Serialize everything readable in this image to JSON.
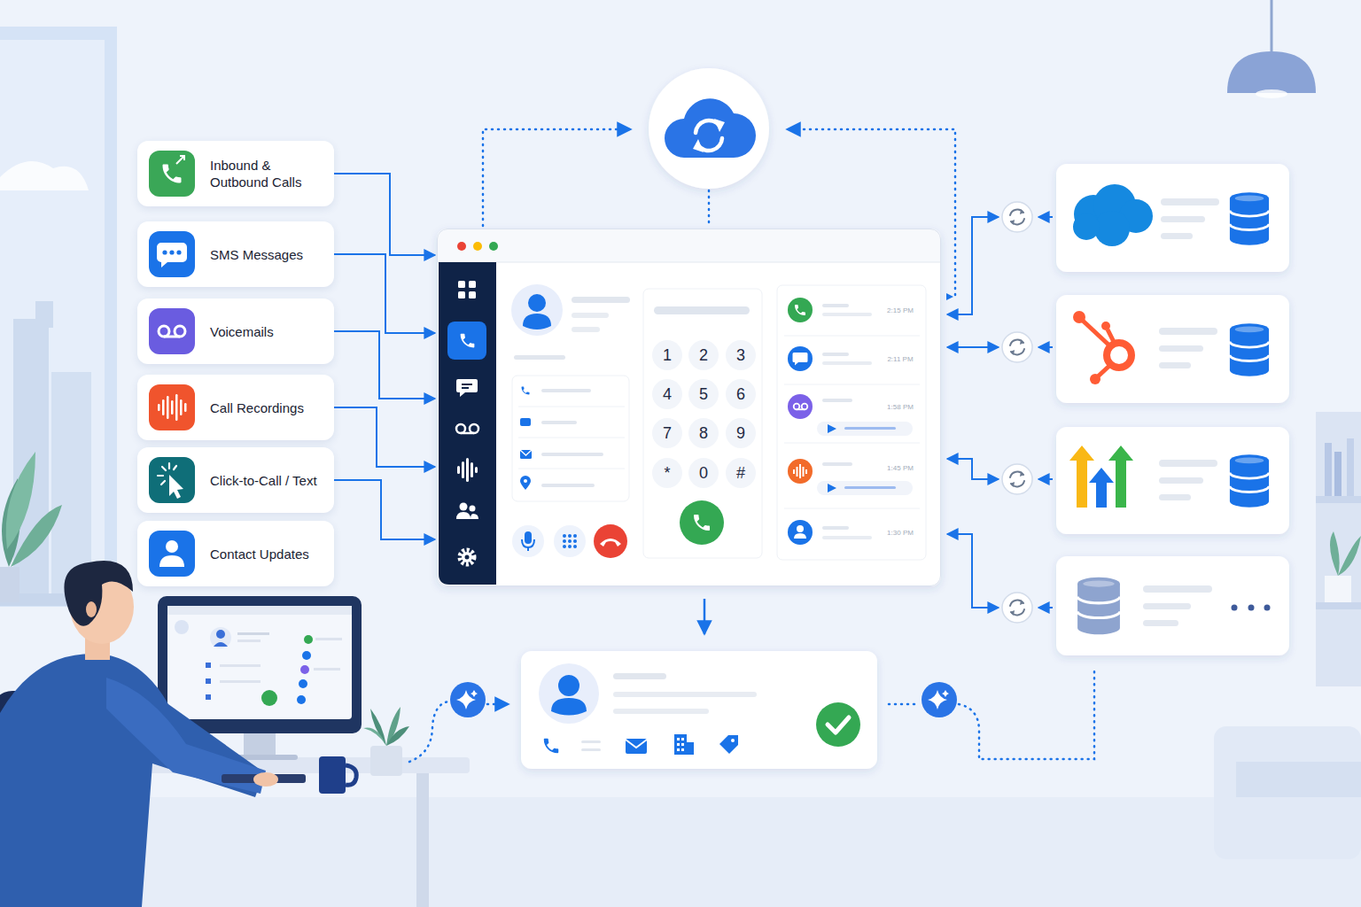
{
  "diagram": {
    "nodes": [
      {
        "text": [
          "Inbound & Outbound Calls"
        ]
      },
      {
        "text": [
          "SMS Messages"
        ]
      },
      {
        "text": [
          "Voicemails"
        ]
      },
      {
        "text": [
          "Call Recordings"
        ]
      },
      {
        "text": [
          "Click-to-Call / Text"
        ]
      },
      {
        "text": [
          "Contact Updates"
        ]
      },
      {
        "text": [
          "2:15 PM",
          "2:11 PM",
          "1:58 PM",
          "1:45 PM",
          "1:30 PM"
        ]
      },
      {
        "text": [
          "1"
        ],
        "in": 6
      },
      {
        "text": [
          "2"
        ],
        "in": 6
      },
      {
        "text": [
          "3"
        ],
        "in": 6
      },
      {
        "text": [
          "4"
        ],
        "in": 6
      },
      {
        "text": [
          "5"
        ],
        "in": 6
      },
      {
        "text": [
          "6"
        ],
        "in": 6
      },
      {
        "text": [
          "7"
        ],
        "in": 6
      },
      {
        "text": [
          "8"
        ],
        "in": 6
      },
      {
        "text": [
          "9"
        ],
        "in": 6
      },
      {
        "text": [
          "*"
        ],
        "in": 6
      },
      {
        "text": [
          "0"
        ],
        "in": 6
      },
      {
        "text": [
          "#"
        ],
        "in": 6
      }
    ],
    "edges": [
      {
        "from": 0,
        "to": 6,
        "arrow": "to"
      },
      {
        "from": 1,
        "to": 6,
        "arrow": "to"
      },
      {
        "from": 2,
        "to": 6,
        "arrow": "to"
      },
      {
        "from": 3,
        "to": 6,
        "arrow": "to"
      },
      {
        "from": 4,
        "to": 6,
        "arrow": "to"
      }
    ]
  }
}
